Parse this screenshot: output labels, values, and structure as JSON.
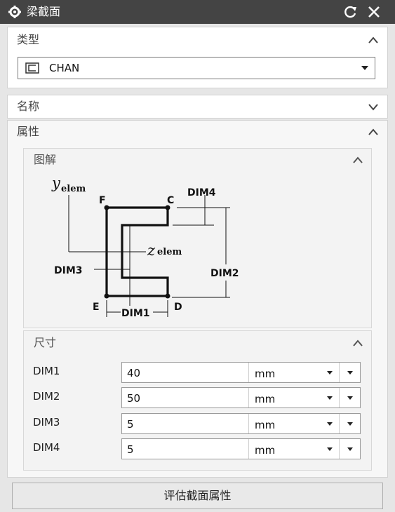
{
  "window": {
    "title": "梁截面"
  },
  "type_section": {
    "label": "类型",
    "selected": "CHAN",
    "icon": "channel-section-icon"
  },
  "name_section": {
    "label": "名称"
  },
  "properties_section": {
    "label": "属性",
    "diagram": {
      "label": "图解",
      "y_axis": "y",
      "y_sub": "elem",
      "z_axis": "z",
      "z_sub": "elem",
      "point_F": "F",
      "point_C": "C",
      "point_E": "E",
      "point_D": "D",
      "dim1": "DIM1",
      "dim2": "DIM2",
      "dim3": "DIM3",
      "dim4": "DIM4"
    },
    "dimensions": {
      "label": "尺寸",
      "rows": [
        {
          "name": "DIM1",
          "value": "40",
          "unit": "mm"
        },
        {
          "name": "DIM2",
          "value": "50",
          "unit": "mm"
        },
        {
          "name": "DIM3",
          "value": "5",
          "unit": "mm"
        },
        {
          "name": "DIM4",
          "value": "5",
          "unit": "mm"
        }
      ]
    }
  },
  "actions": {
    "evaluate": "评估截面属性"
  }
}
